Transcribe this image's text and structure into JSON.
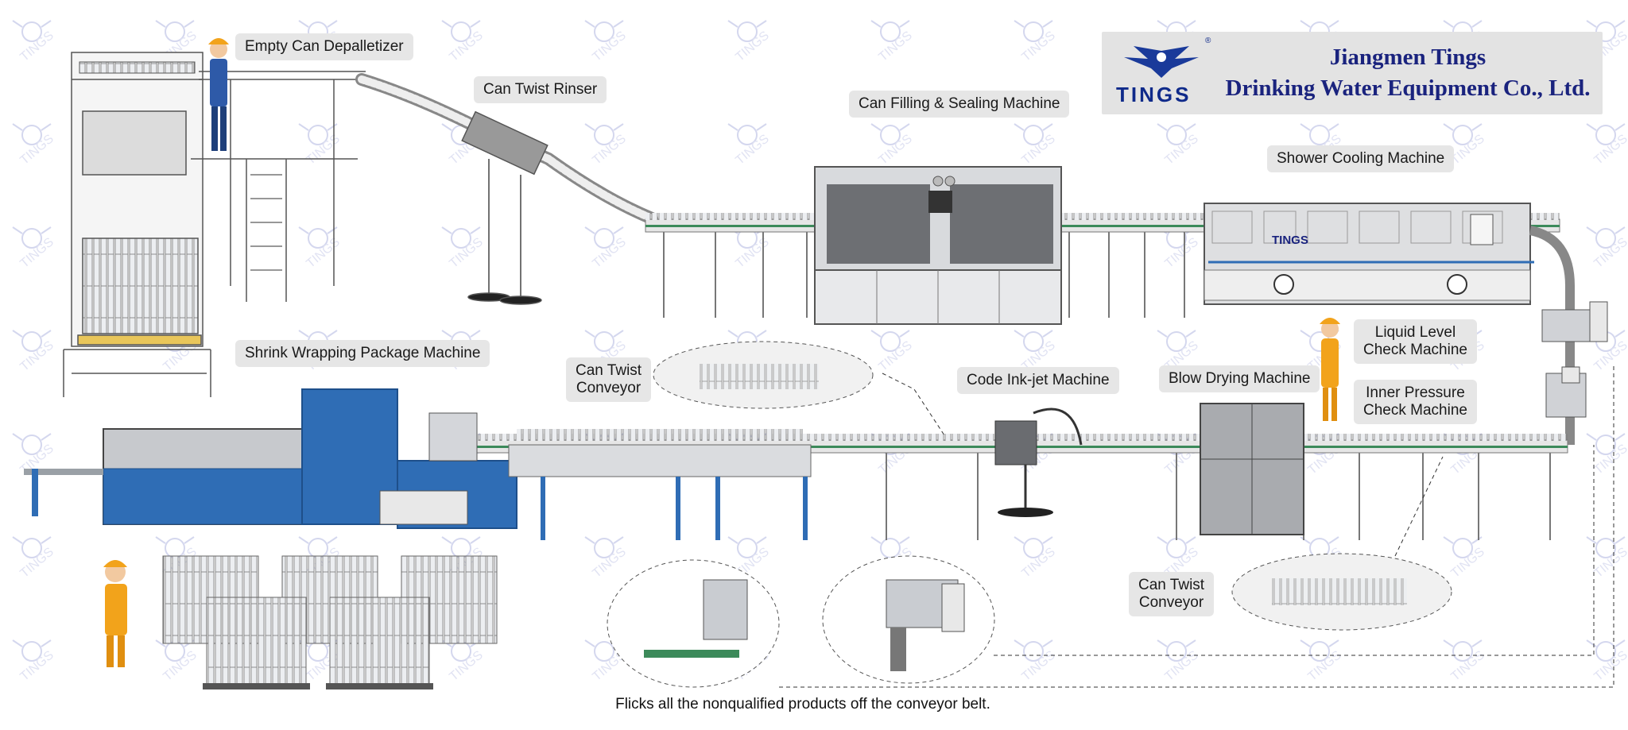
{
  "logo": {
    "brand": "TINGS",
    "registered": "®",
    "company_line1": "Jiangmen Tings",
    "company_line2": "Drinking Water Equipment Co., Ltd."
  },
  "labels": {
    "depalletizer": "Empty Can Depalletizer",
    "rinser": "Can Twist Rinser",
    "filler": "Can Filling & Sealing Machine",
    "shower": "Shower Cooling Machine",
    "shrink": "Shrink Wrapping Package Machine",
    "twist_top": "Can Twist\nConveyor",
    "inkjet": "Code Ink-jet Machine",
    "blow": "Blow Drying Machine",
    "liquid": "Liquid Level\nCheck Machine",
    "pressure": "Inner Pressure\nCheck Machine",
    "twist_bottom": "Can Twist\nConveyor"
  },
  "machine_brand": "TINGS",
  "caption": "Flicks all the nonqualified products off the conveyor belt.",
  "colors": {
    "frame": "#9aa0a6",
    "steel": "#c9ccd1",
    "blue": "#2f6db5",
    "belt": "#3c8a5a",
    "brand_blue": "#1a237e",
    "worker_yellow": "#f2a31b"
  }
}
